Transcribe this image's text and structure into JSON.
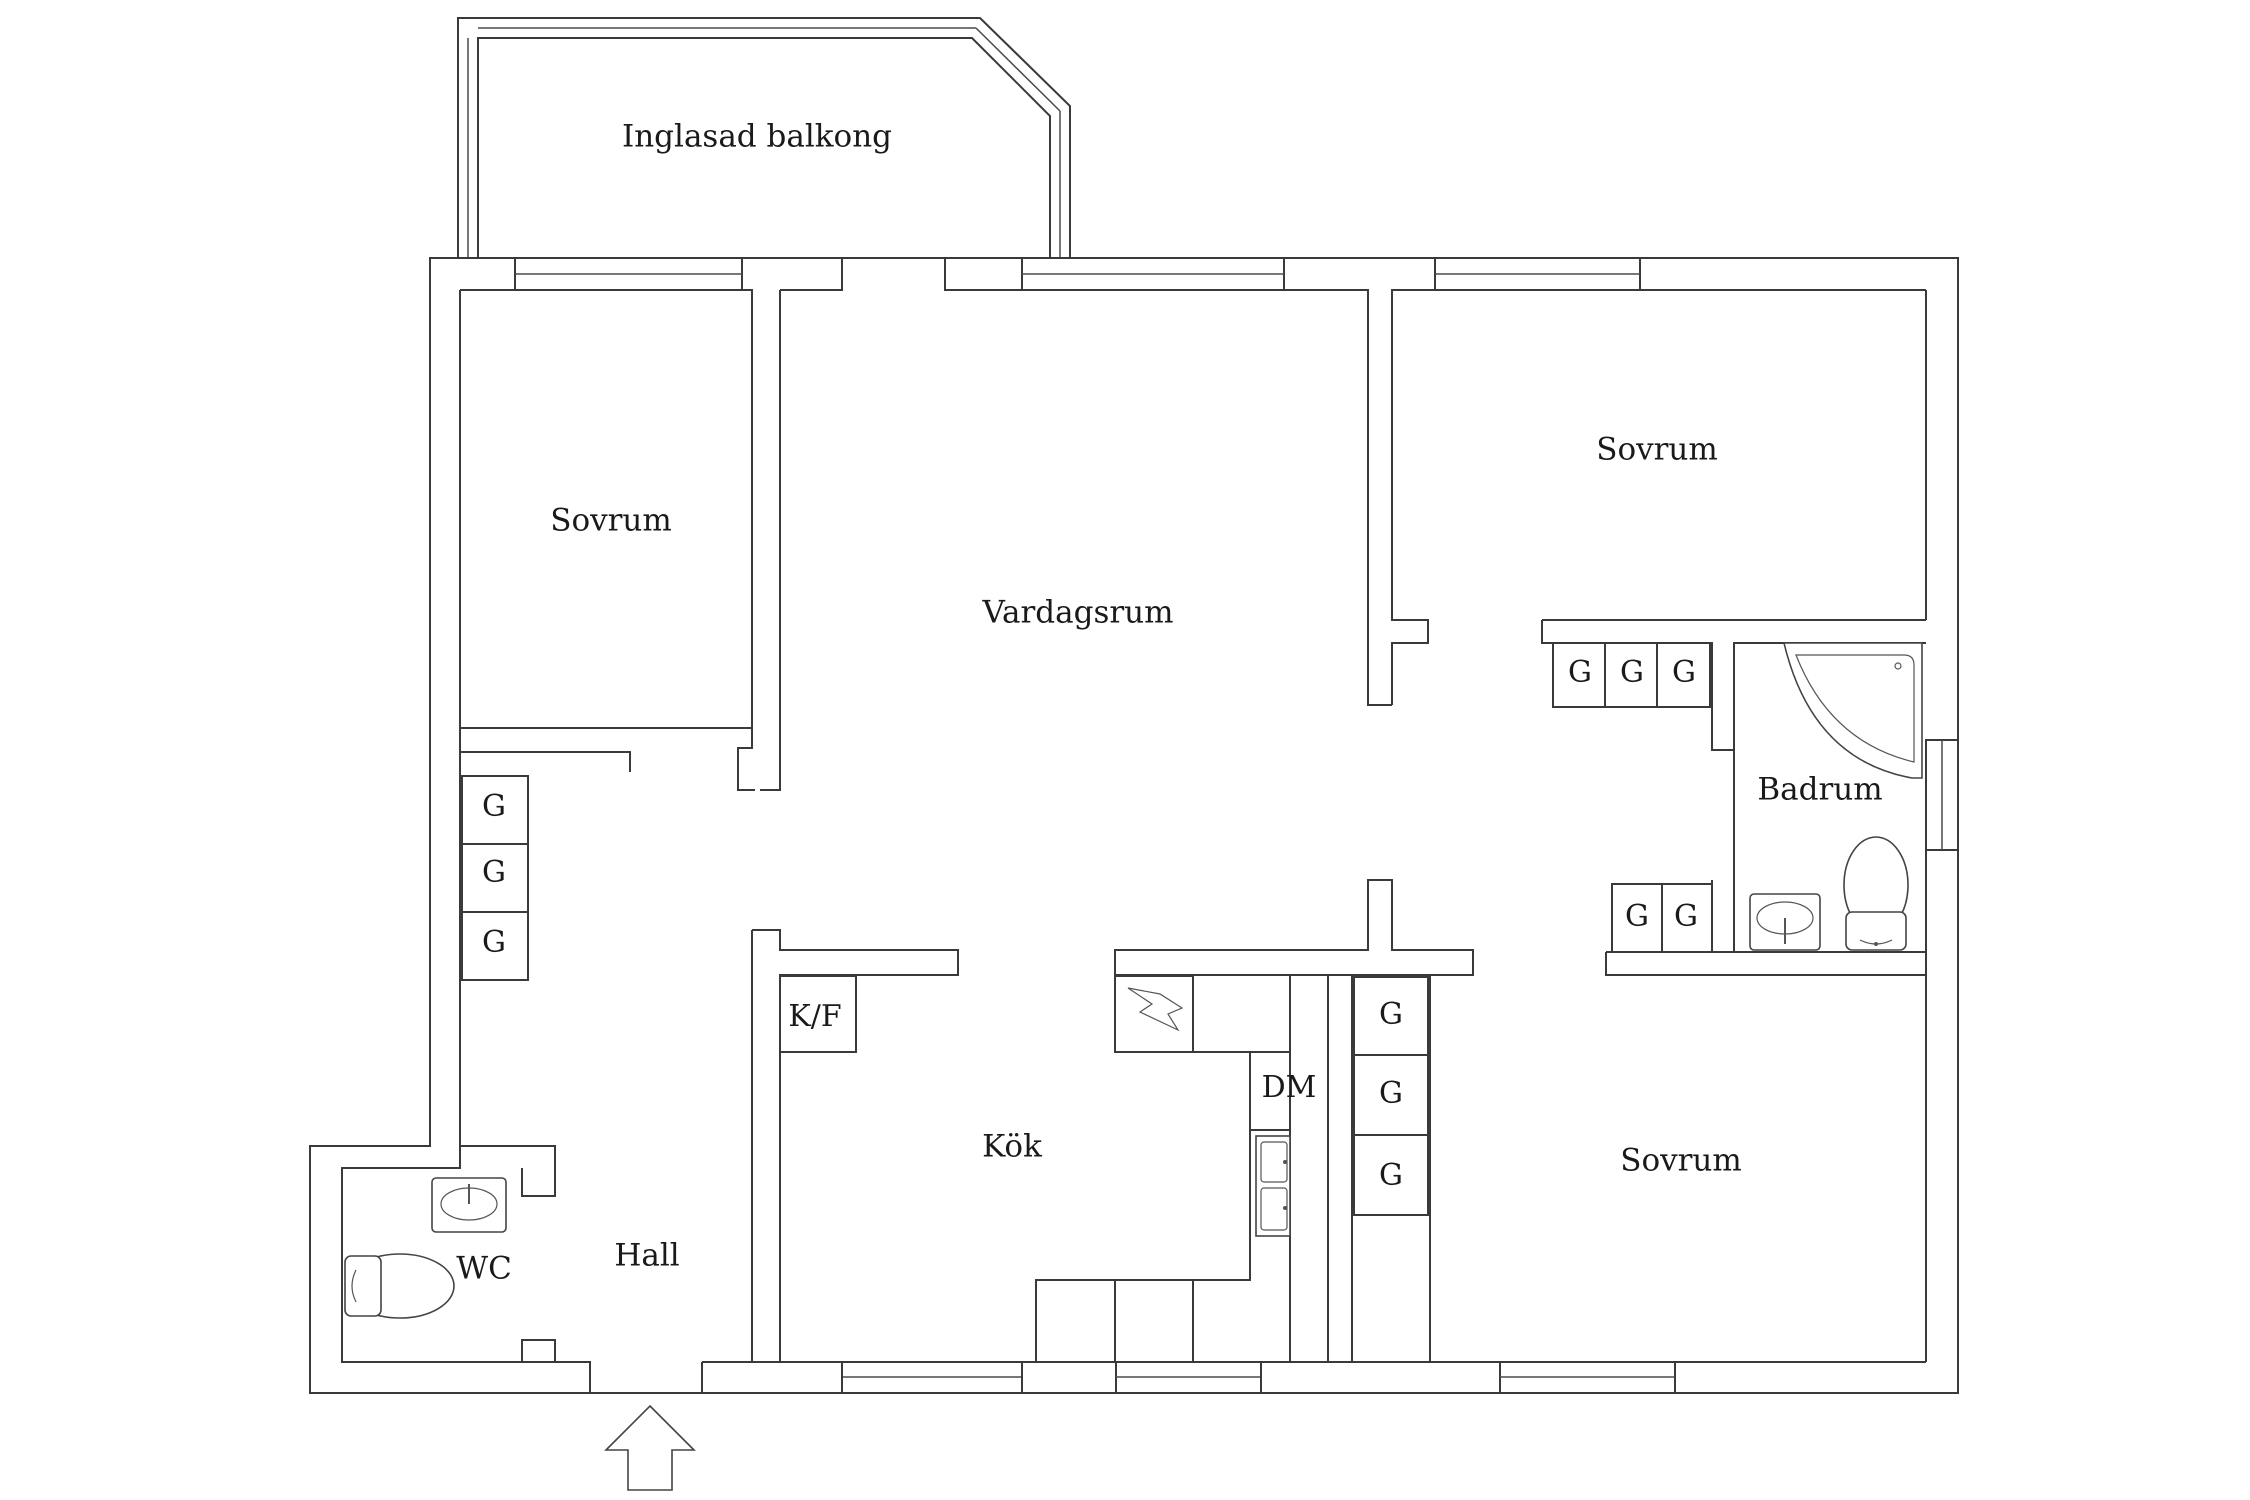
{
  "rooms": {
    "balcony": "Inglasad balkong",
    "bedroom_left": "Sovrum",
    "living": "Vardagsrum",
    "bedroom_top_right": "Sovrum",
    "bathroom": "Badrum",
    "kitchen": "Kök",
    "bedroom_bottom_right": "Sovrum",
    "hall": "Hall",
    "wc": "WC"
  },
  "fixtures": {
    "wardrobe": "G",
    "fridge_freezer": "K/F",
    "dishwasher": "DM"
  },
  "icons": [
    "entrance-arrow-icon",
    "stove-icon",
    "sink-icon",
    "toilet-icon",
    "washbasin-icon",
    "corner-bathtub-icon"
  ]
}
